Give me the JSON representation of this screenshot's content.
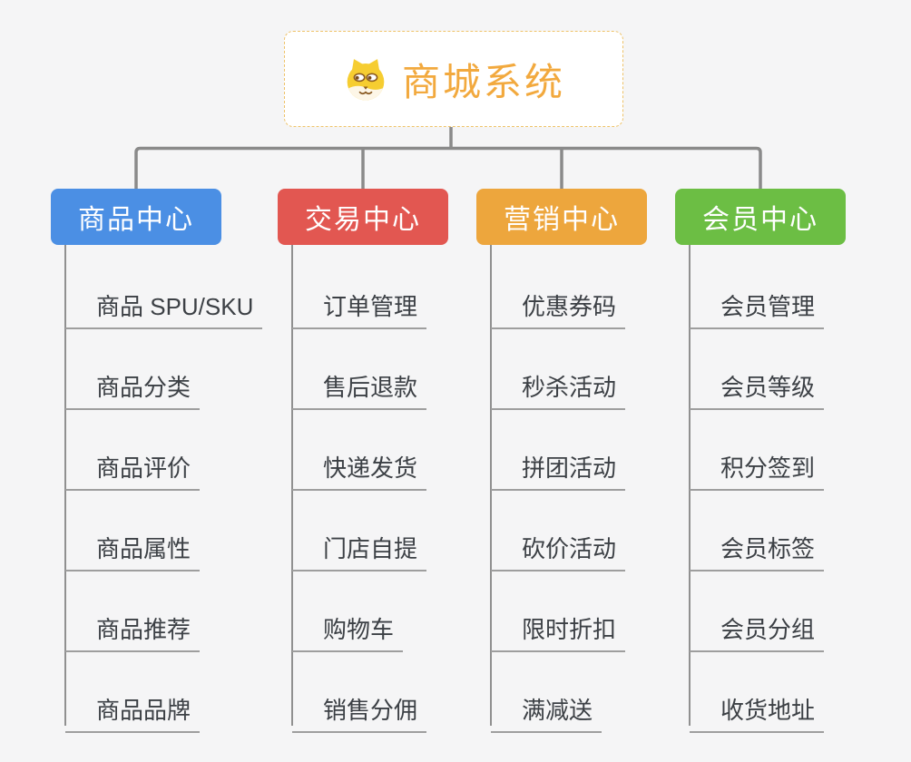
{
  "root": {
    "title": "商城系统",
    "icon": "dog-face-icon",
    "accent_color": "#f2a93e",
    "border_color": "#eec268"
  },
  "connector_color": "#8a8a8a",
  "branches": [
    {
      "label": "商品中心",
      "color": "#4b8fe4",
      "children": [
        "商品 SPU/SKU",
        "商品分类",
        "商品评价",
        "商品属性",
        "商品推荐",
        "商品品牌"
      ]
    },
    {
      "label": "交易中心",
      "color": "#e25751",
      "children": [
        "订单管理",
        "售后退款",
        "快递发货",
        "门店自提",
        "购物车",
        "销售分佣"
      ]
    },
    {
      "label": "营销中心",
      "color": "#eda63d",
      "children": [
        "优惠券码",
        "秒杀活动",
        "拼团活动",
        "砍价活动",
        "限时折扣",
        "满减送"
      ]
    },
    {
      "label": "会员中心",
      "color": "#6cbe44",
      "children": [
        "会员管理",
        "会员等级",
        "积分签到",
        "会员标签",
        "会员分组",
        "收货地址"
      ]
    }
  ]
}
